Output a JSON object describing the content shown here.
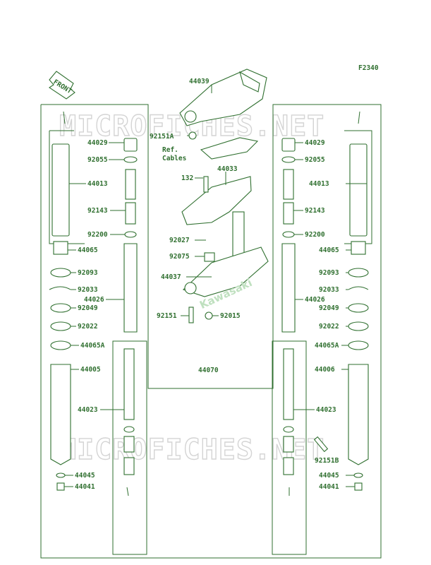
{
  "figure_code": "F2340",
  "front_label": "FRONT",
  "watermark": "MICROFICHES.NET",
  "brand": "Kawasaki",
  "ref_text": [
    "Ref.",
    "Cables"
  ],
  "colors": {
    "line": "#2f6f2f",
    "watermark": "#d4d4d4"
  },
  "parts": [
    {
      "label": "44039"
    },
    {
      "label": "92151A"
    },
    {
      "label": "44033"
    },
    {
      "label": "132"
    },
    {
      "label": "92027"
    },
    {
      "label": "92075"
    },
    {
      "label": "44037"
    },
    {
      "label": "92151"
    },
    {
      "label": "92015"
    },
    {
      "label": "44070"
    },
    {
      "label": "44029"
    },
    {
      "label": "92055"
    },
    {
      "label": "44013"
    },
    {
      "label": "92143"
    },
    {
      "label": "92200"
    },
    {
      "label": "44065"
    },
    {
      "label": "92093"
    },
    {
      "label": "92033"
    },
    {
      "label": "44026"
    },
    {
      "label": "92049"
    },
    {
      "label": "92022"
    },
    {
      "label": "44065A"
    },
    {
      "label": "44005"
    },
    {
      "label": "44023"
    },
    {
      "label": "44045"
    },
    {
      "label": "44041"
    },
    {
      "label": "44029"
    },
    {
      "label": "92055"
    },
    {
      "label": "44013"
    },
    {
      "label": "92143"
    },
    {
      "label": "92200"
    },
    {
      "label": "44065"
    },
    {
      "label": "92093"
    },
    {
      "label": "92033"
    },
    {
      "label": "44026"
    },
    {
      "label": "92049"
    },
    {
      "label": "92022"
    },
    {
      "label": "44065A"
    },
    {
      "label": "44006"
    },
    {
      "label": "44023"
    },
    {
      "label": "92151B"
    },
    {
      "label": "44045"
    },
    {
      "label": "44041"
    }
  ]
}
